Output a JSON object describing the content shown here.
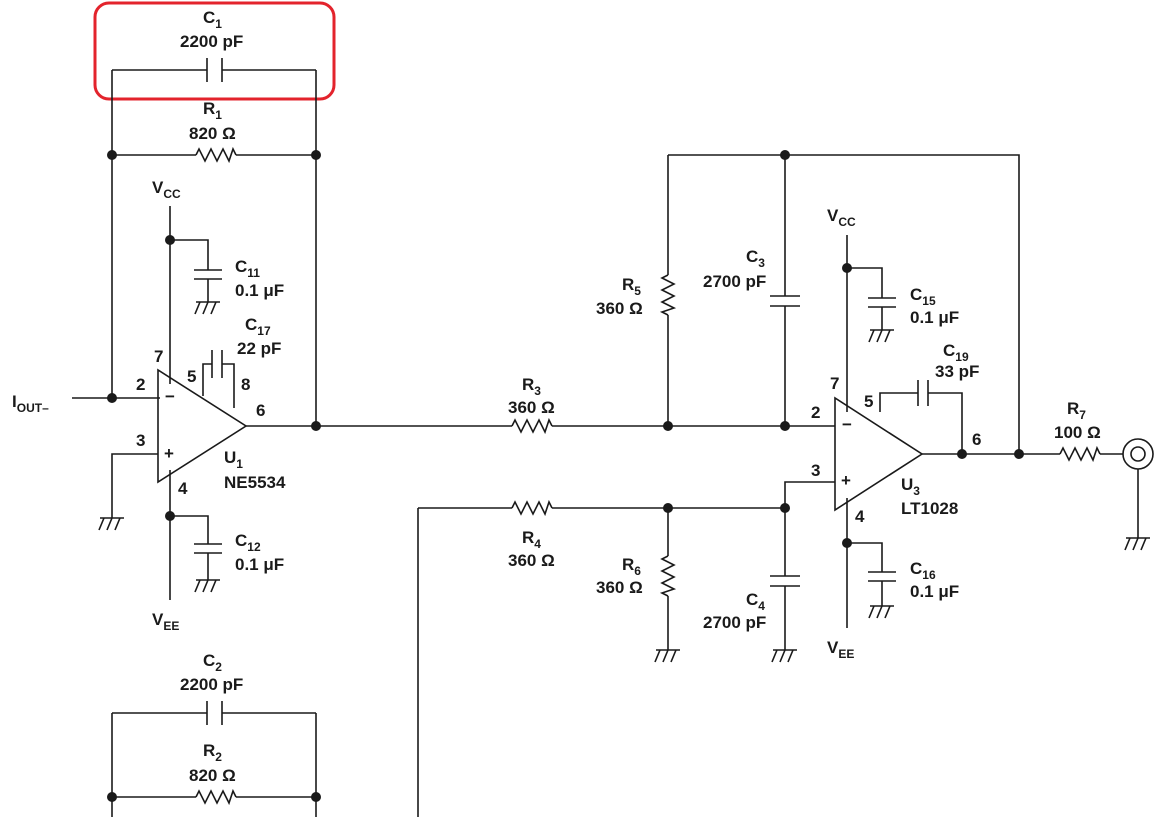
{
  "components": {
    "c1": {
      "ref": "C",
      "sub": "1",
      "value": "2200 pF"
    },
    "r1": {
      "ref": "R",
      "sub": "1",
      "value": "820 Ω"
    },
    "c2": {
      "ref": "C",
      "sub": "2",
      "value": "2200 pF"
    },
    "r2": {
      "ref": "R",
      "sub": "2",
      "value": "820 Ω"
    },
    "c11": {
      "ref": "C",
      "sub": "11",
      "value": "0.1 μF"
    },
    "c12": {
      "ref": "C",
      "sub": "12",
      "value": "0.1 μF"
    },
    "c17": {
      "ref": "C",
      "sub": "17",
      "value": "22 pF"
    },
    "r3": {
      "ref": "R",
      "sub": "3",
      "value": "360 Ω"
    },
    "r4": {
      "ref": "R",
      "sub": "4",
      "value": "360 Ω"
    },
    "r5": {
      "ref": "R",
      "sub": "5",
      "value": "360 Ω"
    },
    "r6": {
      "ref": "R",
      "sub": "6",
      "value": "360 Ω"
    },
    "c3": {
      "ref": "C",
      "sub": "3",
      "value": "2700 pF"
    },
    "c4": {
      "ref": "C",
      "sub": "4",
      "value": "2700 pF"
    },
    "c15": {
      "ref": "C",
      "sub": "15",
      "value": "0.1 μF"
    },
    "c16": {
      "ref": "C",
      "sub": "16",
      "value": "0.1 μF"
    },
    "c19": {
      "ref": "C",
      "sub": "19",
      "value": "33 pF"
    },
    "r7": {
      "ref": "R",
      "sub": "7",
      "value": "100 Ω"
    },
    "u1": {
      "ref": "U",
      "sub": "1",
      "part": "NE5534"
    },
    "u3": {
      "ref": "U",
      "sub": "3",
      "part": "LT1028"
    }
  },
  "supplies": {
    "vcc": {
      "main": "V",
      "sub": "CC"
    },
    "vee": {
      "main": "V",
      "sub": "EE"
    }
  },
  "input_label": {
    "main": "I",
    "sub": "OUT–"
  },
  "pins": {
    "u1": {
      "p2": "2",
      "p3": "3",
      "p4": "4",
      "p5": "5",
      "p6": "6",
      "p7": "7",
      "p8": "8",
      "minus": "−",
      "plus": "+"
    },
    "u3": {
      "p2": "2",
      "p3": "3",
      "p4": "4",
      "p5": "5",
      "p6": "6",
      "p7": "7",
      "minus": "−",
      "plus": "+"
    }
  },
  "colors": {
    "highlight": "#e3232c",
    "ink": "#1a1a1a"
  }
}
